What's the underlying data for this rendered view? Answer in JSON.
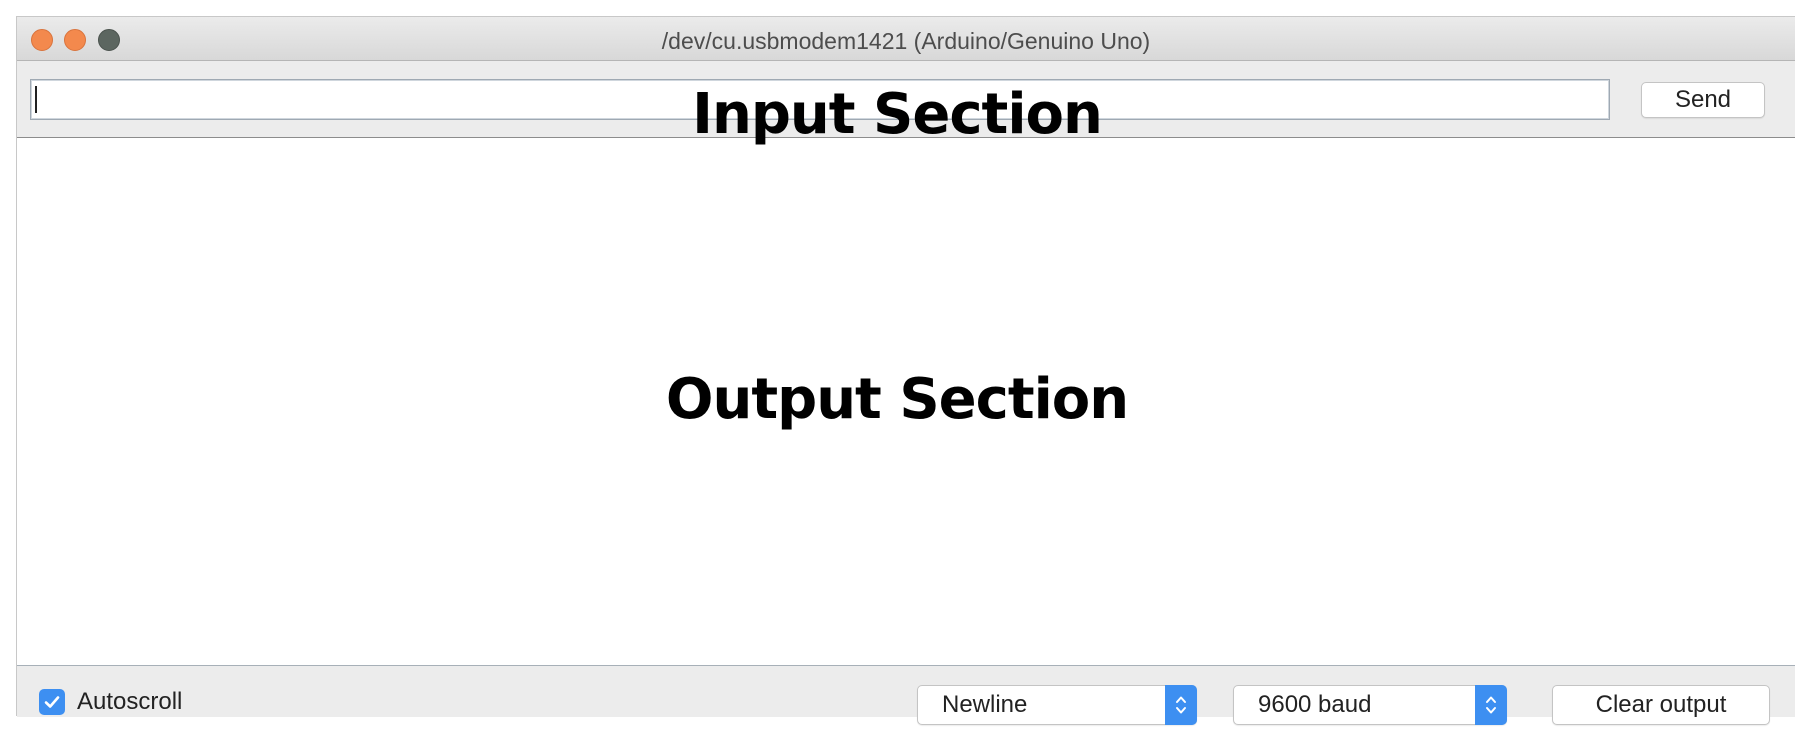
{
  "window": {
    "title": "/dev/cu.usbmodem1421 (Arduino/Genuino Uno)"
  },
  "input": {
    "value": "",
    "overlay_label": "Input Section",
    "send_label": "Send"
  },
  "output": {
    "overlay_label": "Output Section",
    "text": ""
  },
  "footer": {
    "autoscroll_label": "Autoscroll",
    "autoscroll_checked": true,
    "line_ending_selected": "Newline",
    "baud_selected": "9600 baud",
    "clear_label": "Clear output"
  },
  "icons": {
    "close": "close-icon",
    "minimize": "minimize-icon",
    "zoom": "zoom-icon",
    "checkmark": "checkmark-icon",
    "select_arrows": "chevron-up-down-icon"
  },
  "colors": {
    "accent": "#3d8ff1",
    "traffic_close": "#f3894d",
    "traffic_minimize": "#f3894d",
    "traffic_zoom": "#5c6660",
    "window_bg": "#ececec"
  }
}
